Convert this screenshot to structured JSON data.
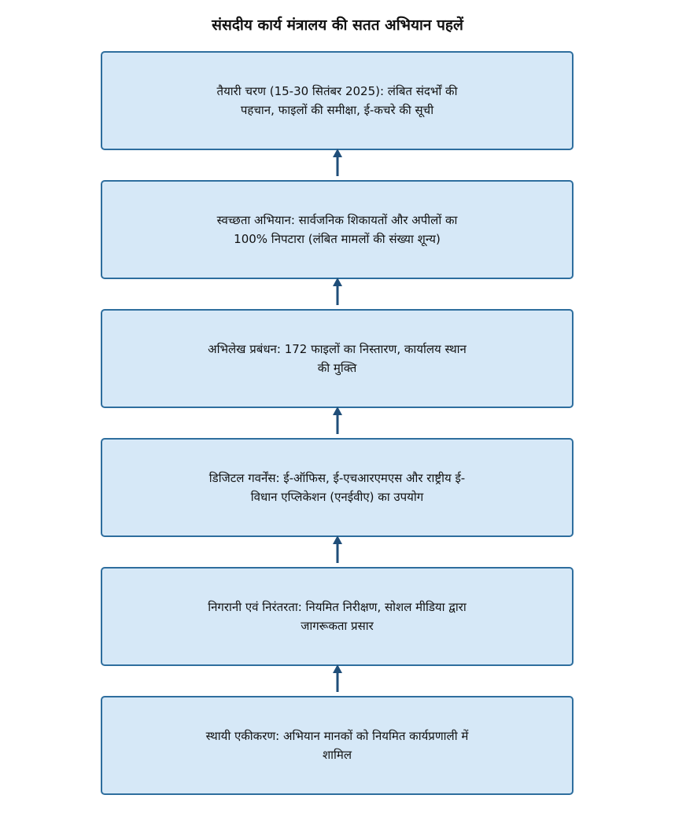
{
  "title": "संसदीय कार्य मंत्रालय की सतत अभियान पहलें",
  "colors": {
    "box_fill": "#d6e8f7",
    "box_border": "#2e6e9e",
    "arrow": "#1f4e79"
  },
  "flow_direction": "bottom-to-top",
  "steps": [
    {
      "text": "तैयारी चरण (15-30 सितंबर 2025): लंबित संदर्भों की पहचान, फाइलों की समीक्षा, ई-कचरे की सूची"
    },
    {
      "text": "स्वच्छता अभियान: सार्वजनिक शिकायतों और अपीलों का 100% निपटारा (लंबित मामलों की संख्या शून्य)"
    },
    {
      "text": "अभिलेख प्रबंधन: 172 फाइलों का निस्तारण, कार्यालय स्थान की मुक्ति"
    },
    {
      "text": "डिजिटल गवर्नेंस: ई-ऑफिस, ई-एचआरएमएस और राष्ट्रीय ई-विधान एप्लिकेशन (एनईवीए) का उपयोग"
    },
    {
      "text": "निगरानी एवं निरंतरता: नियमित निरीक्षण, सोशल मीडिया द्वारा जागरूकता प्रसार"
    },
    {
      "text": "स्थायी एकीकरण: अभियान मानकों को नियमित कार्यप्रणाली में शामिल"
    }
  ]
}
